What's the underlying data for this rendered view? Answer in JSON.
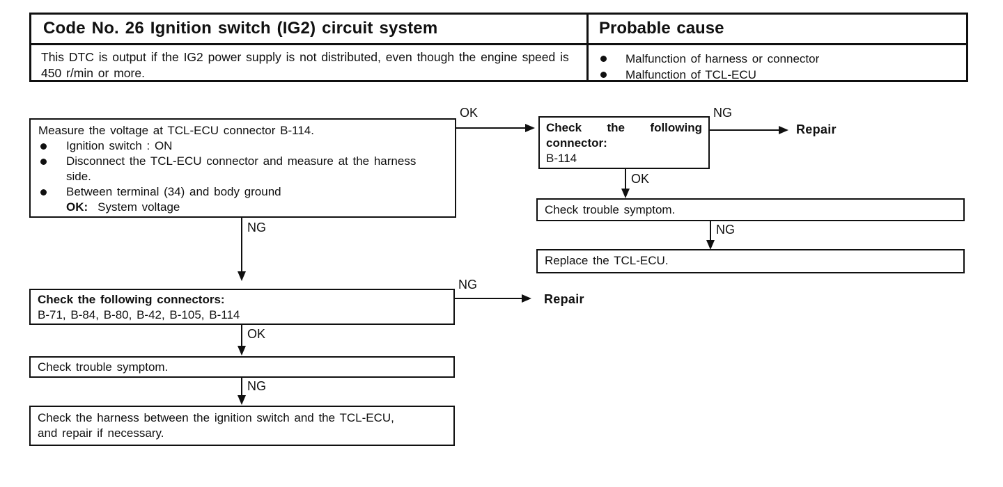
{
  "header": {
    "code_title": "Code No. 26 Ignition switch (IG2) circuit system",
    "description": "This DTC is output if the IG2 power supply is not distributed, even though the engine speed is 450 r/min or more.",
    "probable_cause_title": "Probable cause",
    "probable_causes": [
      "Malfunction of harness or connector",
      "Malfunction of TCL-ECU"
    ]
  },
  "flow": {
    "measure_box": {
      "title": "Measure the voltage at TCL-ECU connector B-114.",
      "bullet_1": "Ignition switch : ON",
      "bullet_2": "Disconnect the TCL-ECU connector and measure at the harness side.",
      "bullet_3": "Between terminal (34) and body ground",
      "ok_key": "OK:",
      "ok_value": "System voltage"
    },
    "connector_box": {
      "title": "Check the following connector:",
      "connectors": "B-114"
    },
    "connectors_box": {
      "title": "Check the following connectors:",
      "connectors": "B-71, B-84, B-80, B-42, B-105, B-114"
    },
    "trouble_right": "Check trouble symptom.",
    "replace": "Replace the TCL-ECU.",
    "trouble_left": "Check trouble symptom.",
    "harness": "Check the harness between the ignition switch and the TCL-ECU, and repair if necessary.",
    "repair": "Repair",
    "ok": "OK",
    "ng": "NG"
  },
  "colors": {
    "ink": "#101010",
    "paper": "#ffffff"
  }
}
